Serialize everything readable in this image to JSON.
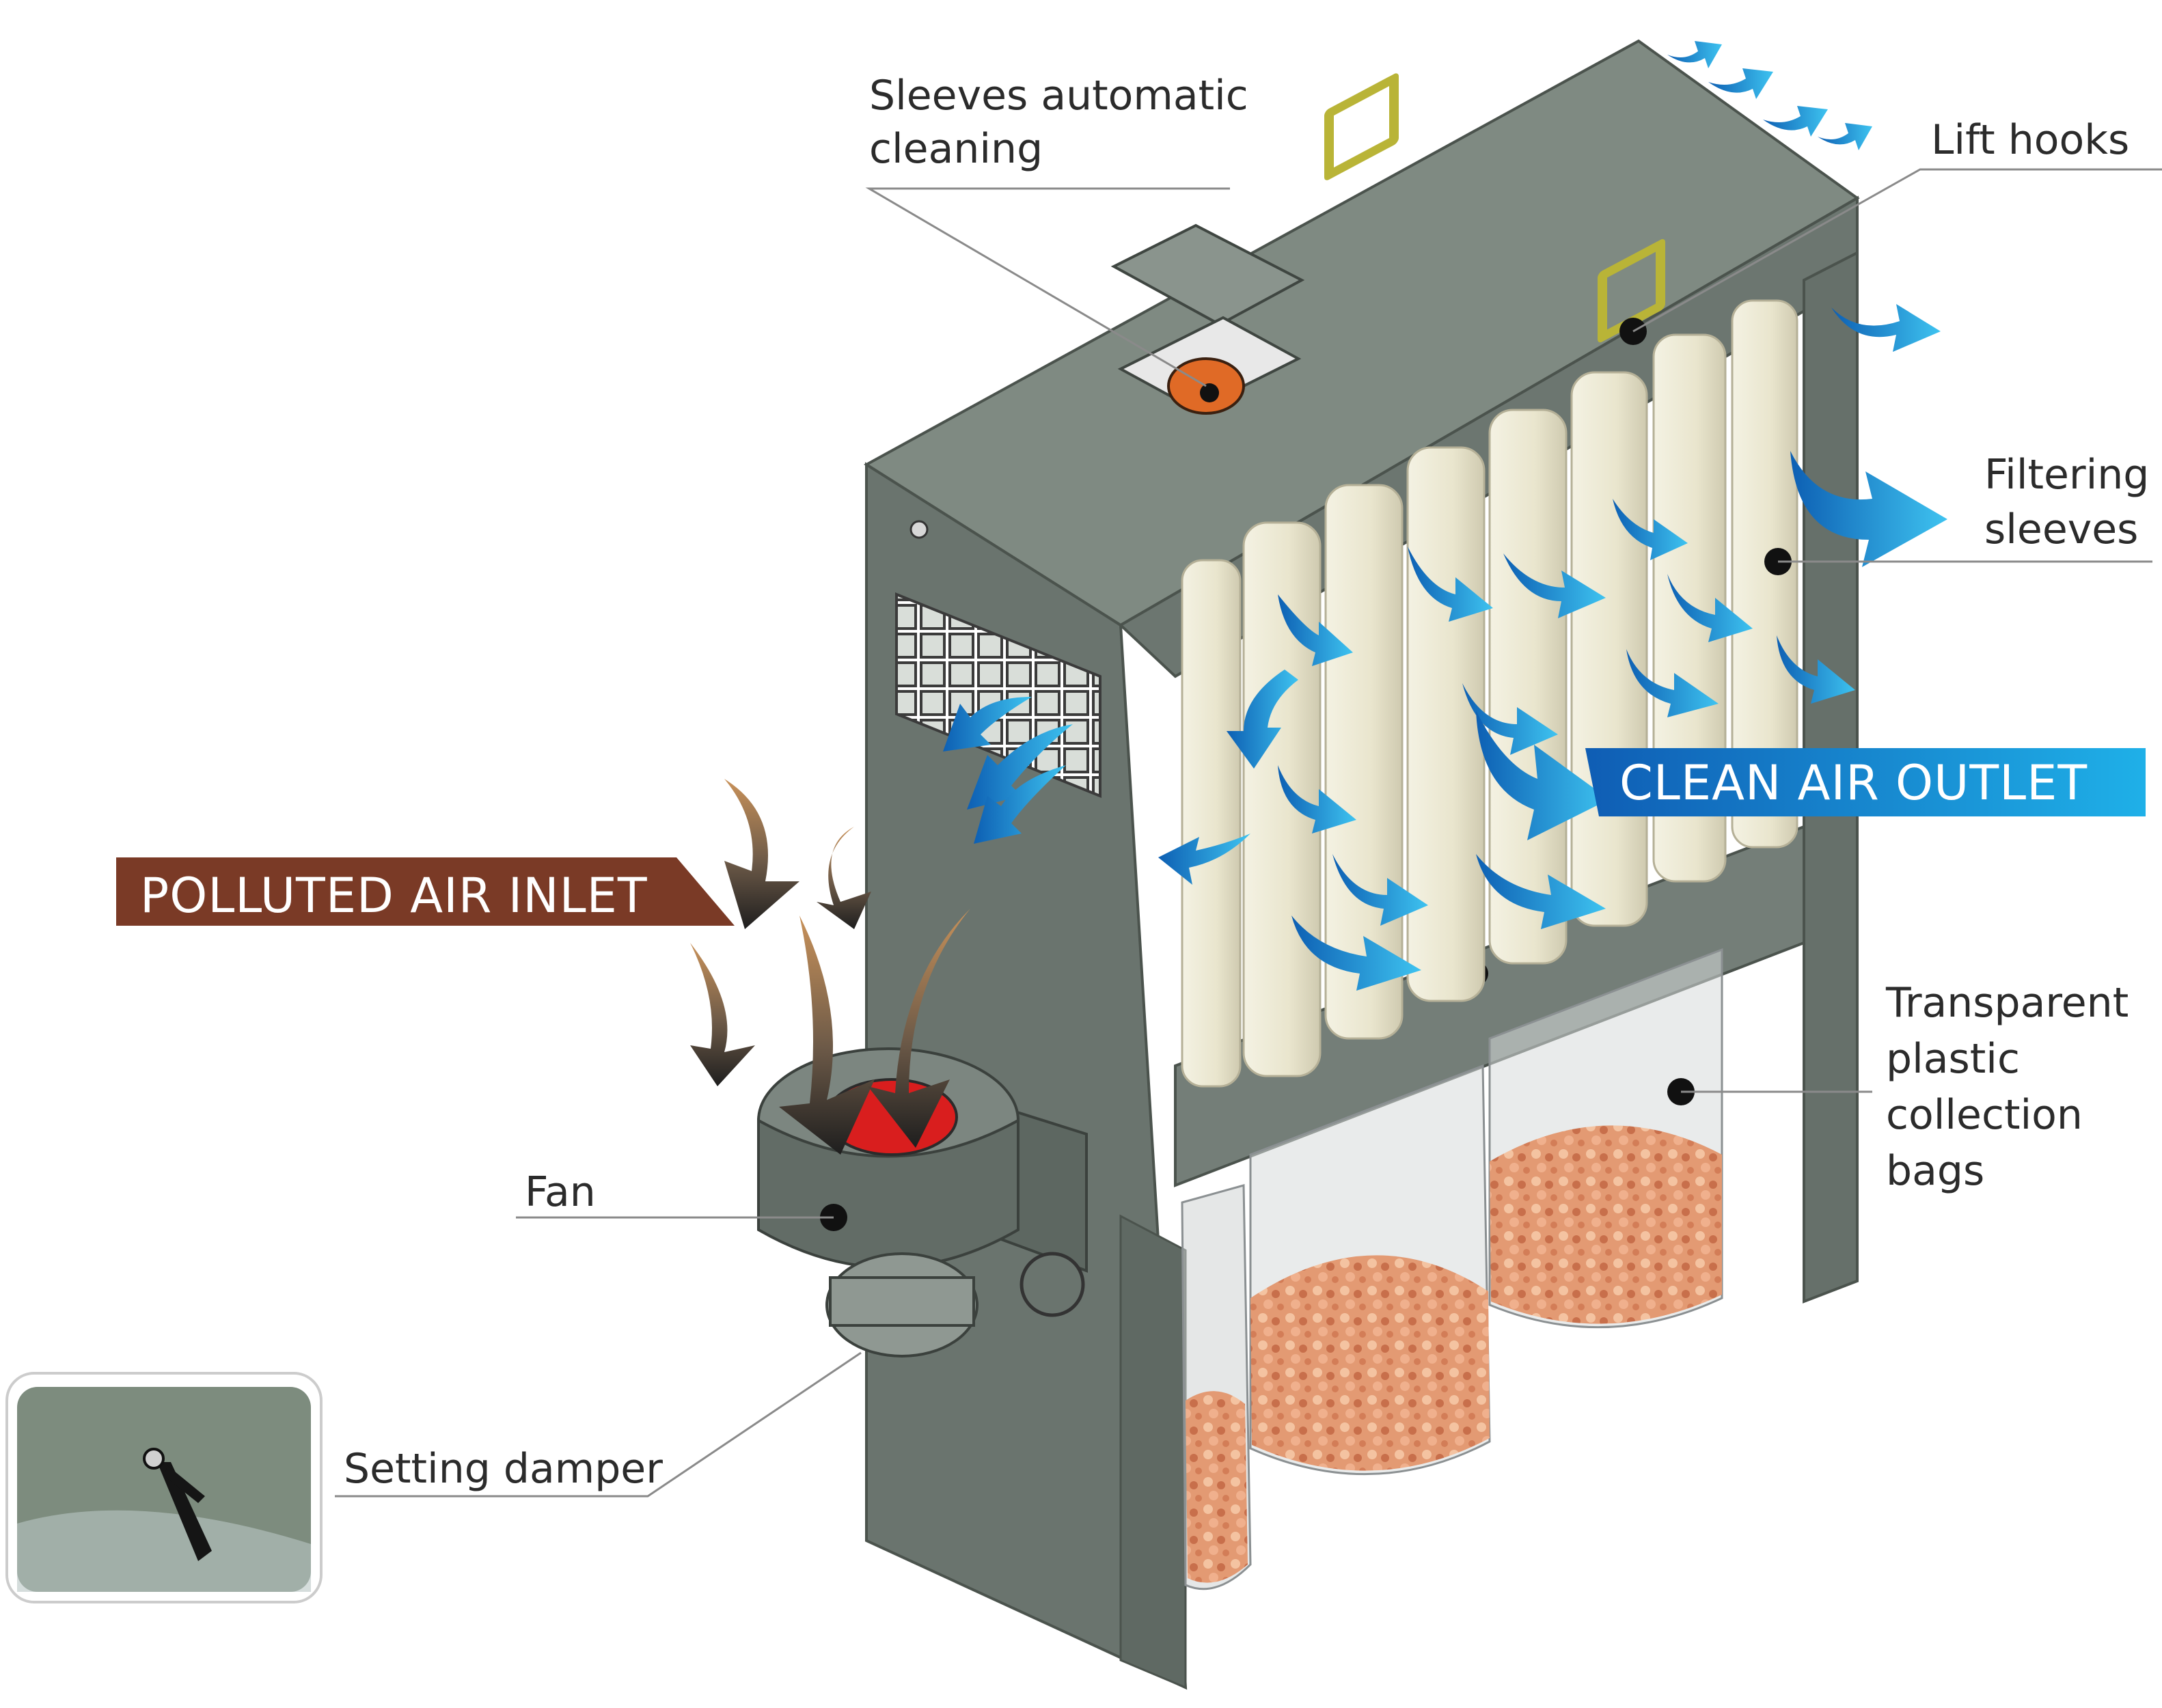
{
  "labels": {
    "sleeves_cleaning": [
      "Sleeves automatic",
      "cleaning"
    ],
    "lift_hooks": "Lift hooks",
    "filtering_sleeves": [
      "Filtering",
      "sleeves"
    ],
    "clean_air_outlet": "CLEAN AIR OUTLET",
    "polluted_air_inlet": "POLLUTED AIR INLET",
    "transparent_bags": [
      "Transparent",
      "plastic",
      "collection",
      "bags"
    ],
    "fan": "Fan",
    "setting_damper": "Setting damper"
  },
  "colors": {
    "cabinet": "#6f7a73",
    "cabinet_top": "#7f8a82",
    "sleeve": "#ece9d6",
    "clean_air": "#1f86d1",
    "polluted_banner": "#7a3a26",
    "clean_banner": "#1a7fd0",
    "chips": "#e0916a",
    "hook": "#b9b437"
  }
}
